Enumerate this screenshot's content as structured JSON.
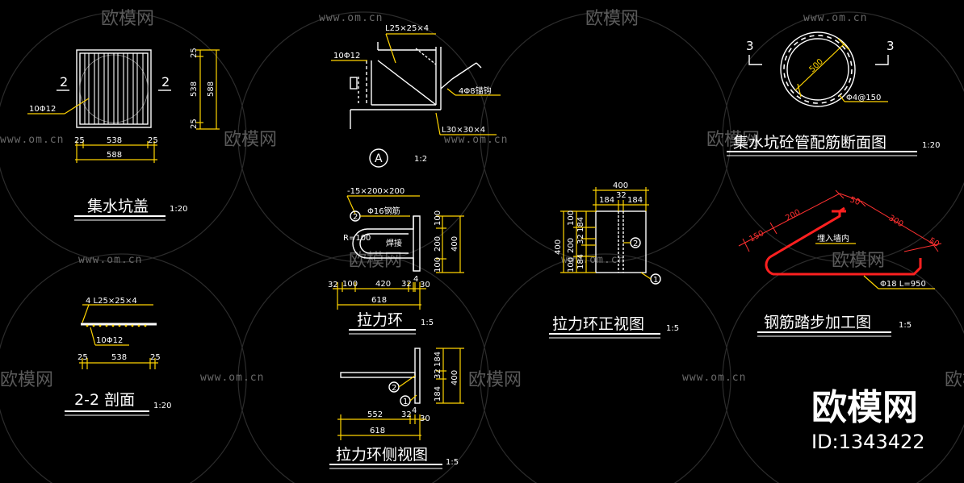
{
  "watermark": {
    "brand": "欧模网",
    "url": "www.om.cn"
  },
  "branding": {
    "logo_text": "欧模网",
    "id_text": "ID:1343422"
  },
  "drawings": {
    "cover": {
      "title": "集水坑盖",
      "scale": "1:20",
      "section_left": "2",
      "section_right": "2",
      "rebar": "10Φ12",
      "dim_bottom_parts": [
        "25",
        "538",
        "25"
      ],
      "dim_bottom_total": "588",
      "dim_right_parts": [
        "25",
        "538",
        "25"
      ],
      "dim_right_total": "588"
    },
    "section22": {
      "title": "2-2 剖面",
      "scale": "1:20",
      "angle": "4 L25×25×4",
      "rebar": "10Φ12",
      "dims": [
        "25",
        "538",
        "25"
      ]
    },
    "detailA": {
      "label": "A",
      "scale": "1:2",
      "angle_top": "L25×25×4",
      "rebar": "10Φ12",
      "anchor": "4Φ8锚钩",
      "angle_bottom": "L30×30×4"
    },
    "pullring": {
      "title": "拉力环",
      "scale": "1:5",
      "plate": "-15×200×200",
      "bar": "Φ16钢筋",
      "marker2": "2",
      "radius": "R=100",
      "weld": "焊接",
      "dims_bottom": [
        "32",
        "100",
        "420",
        "32",
        "4",
        "30"
      ],
      "dim_total": "618",
      "dims_right": [
        "100",
        "200",
        "100"
      ],
      "dim_right_total": "400"
    },
    "pullring_side": {
      "title": "拉力环侧视图",
      "scale": "1:5",
      "marker1": "1",
      "marker2": "2",
      "dims_bottom": [
        "552",
        "32",
        "4",
        "30"
      ],
      "dim_total": "618",
      "dims_right": [
        "184",
        "32",
        "184"
      ],
      "dim_right_total": "400"
    },
    "pullring_front": {
      "title": "拉力环正视图",
      "scale": "1:5",
      "marker1": "1",
      "marker2": "2",
      "dim_top_total": "400",
      "dims_top": [
        "184",
        "32",
        "184"
      ],
      "dims_left": [
        "184",
        "32",
        "184"
      ],
      "dims_left2": [
        "100",
        "200",
        "100"
      ],
      "dim_left_total": "400"
    },
    "pipe_section": {
      "title": "集水坑砼管配筋断面图",
      "scale": "1:20",
      "diameter": "500",
      "rebar": "Φ4@150",
      "section_left": "3",
      "section_right": "3"
    },
    "step": {
      "title": "钢筋踏步加工图",
      "scale": "1:5",
      "note": "埋入墙内",
      "rebar": "Φ18 L=950",
      "dims": [
        "150",
        "200",
        "50",
        "300",
        "50"
      ]
    }
  }
}
